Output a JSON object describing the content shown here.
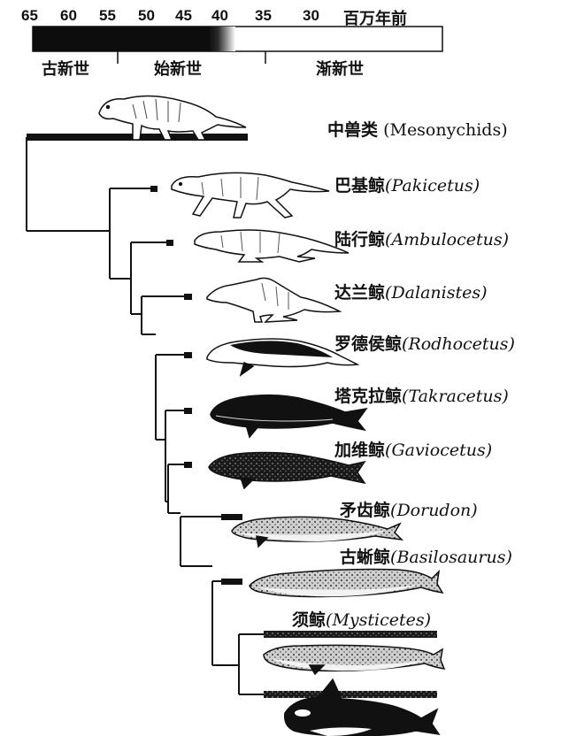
{
  "timescale": {
    "ticks": [
      "65",
      "60",
      "55",
      "50",
      "45",
      "40",
      "35",
      "30"
    ],
    "unit": "百万年前",
    "epochs": [
      "古新世",
      "始新世",
      "渐新世"
    ]
  },
  "taxa": [
    {
      "cn": "中兽类",
      "latin": "Mesonychids",
      "italic": false,
      "icon": "mesonychid-icon"
    },
    {
      "cn": "巴基鲸",
      "latin": "Pakicetus",
      "italic": true,
      "icon": "pakicetus-icon"
    },
    {
      "cn": "陆行鲸",
      "latin": "Ambulocetus",
      "italic": true,
      "icon": "ambulocetus-icon"
    },
    {
      "cn": "达兰鲸",
      "latin": "Dalanistes",
      "italic": true,
      "icon": "dalanistes-icon"
    },
    {
      "cn": "罗德侯鲸",
      "latin": "Rodhocetus",
      "italic": true,
      "icon": "rodhocetus-icon"
    },
    {
      "cn": "塔克拉鲸",
      "latin": "Takracetus",
      "italic": true,
      "icon": "takracetus-icon"
    },
    {
      "cn": "加维鲸",
      "latin": "Gaviocetus",
      "italic": true,
      "icon": "gaviocetus-icon"
    },
    {
      "cn": "矛齿鲸",
      "latin": "Dorudon",
      "italic": true,
      "icon": "dorudon-icon"
    },
    {
      "cn": "古蜥鲸",
      "latin": "Basilosaurus",
      "italic": true,
      "icon": "basilosaurus-icon"
    },
    {
      "cn": "须鲸",
      "latin": "Mysticetes",
      "italic": true,
      "icon": "baleen-whale-icon"
    },
    {
      "cn": "",
      "latin": "",
      "italic": false,
      "icon": "orca-icon"
    }
  ],
  "colors": {
    "ink": "#111111",
    "bar_fill": "#0d0d0d",
    "bar_empty": "#ffffff"
  }
}
